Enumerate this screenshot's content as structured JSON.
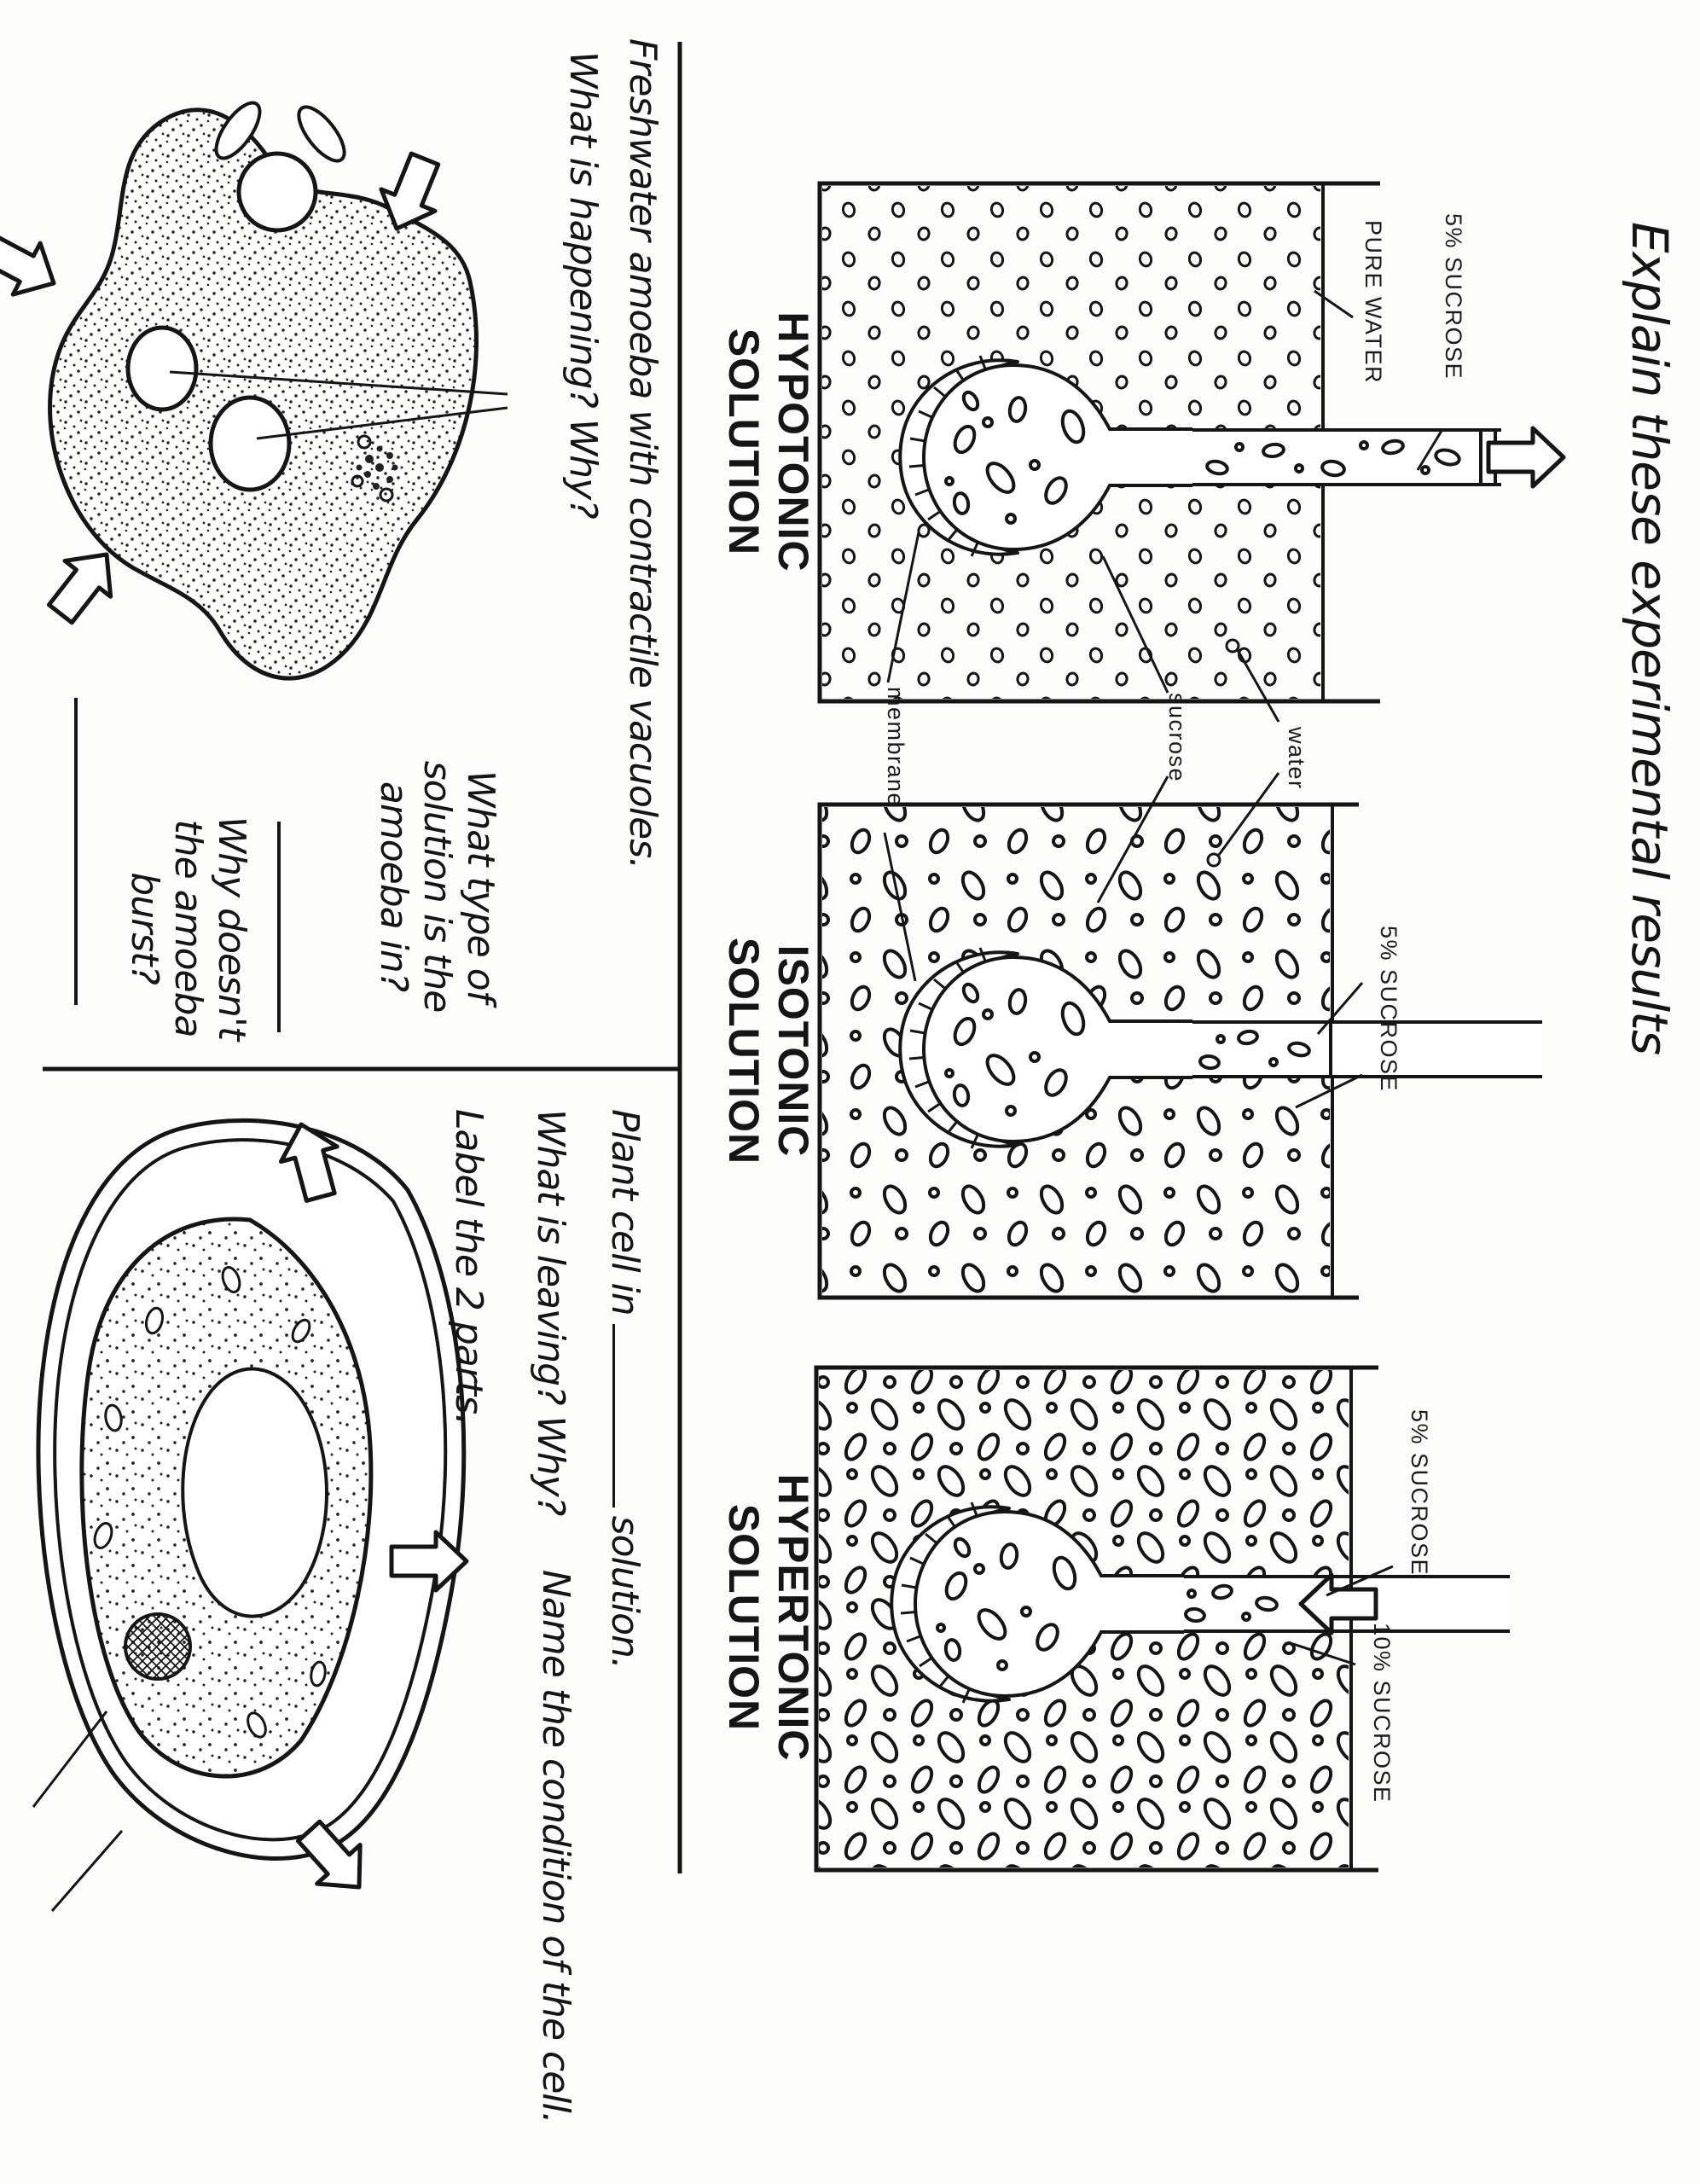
{
  "title": "Explain these experimental results",
  "colors": {
    "ink": "#151515",
    "paper": "#fdfdfb"
  },
  "beakers": [
    {
      "name": "hypotonic",
      "heading1": "HYPOTONIC",
      "heading2": "SOLUTION",
      "tube_label": "5% SUCROSE",
      "beaker_label": "PURE WATER",
      "arrow": "up"
    },
    {
      "name": "isotonic",
      "heading1": "ISOTONIC",
      "heading2": "SOLUTION",
      "beaker_label": "5% SUCROSE",
      "arrow": "none"
    },
    {
      "name": "hypertonic",
      "heading1": "HYPERTONIC",
      "heading2": "SOLUTION",
      "tube_label": "5% SUCROSE",
      "beaker_label": "10% SUCROSE",
      "arrow": "down"
    }
  ],
  "part_labels": {
    "membrane": "membrane",
    "sucrose": "sucrose",
    "water": "water"
  },
  "amoeba": {
    "caption": "Freshwater amoeba with contractile vacuoles.",
    "question1": "What is happening? Why?",
    "question2": "What type of solution is the amoeba in?",
    "question3": "Why doesn't the amoeba burst?"
  },
  "plant": {
    "fill_prefix": "Plant cell in",
    "fill_suffix": "solution.",
    "question1": "What is leaving? Why?",
    "question2": "Name the condition of the cell.",
    "question3": "Label the 2 parts."
  }
}
